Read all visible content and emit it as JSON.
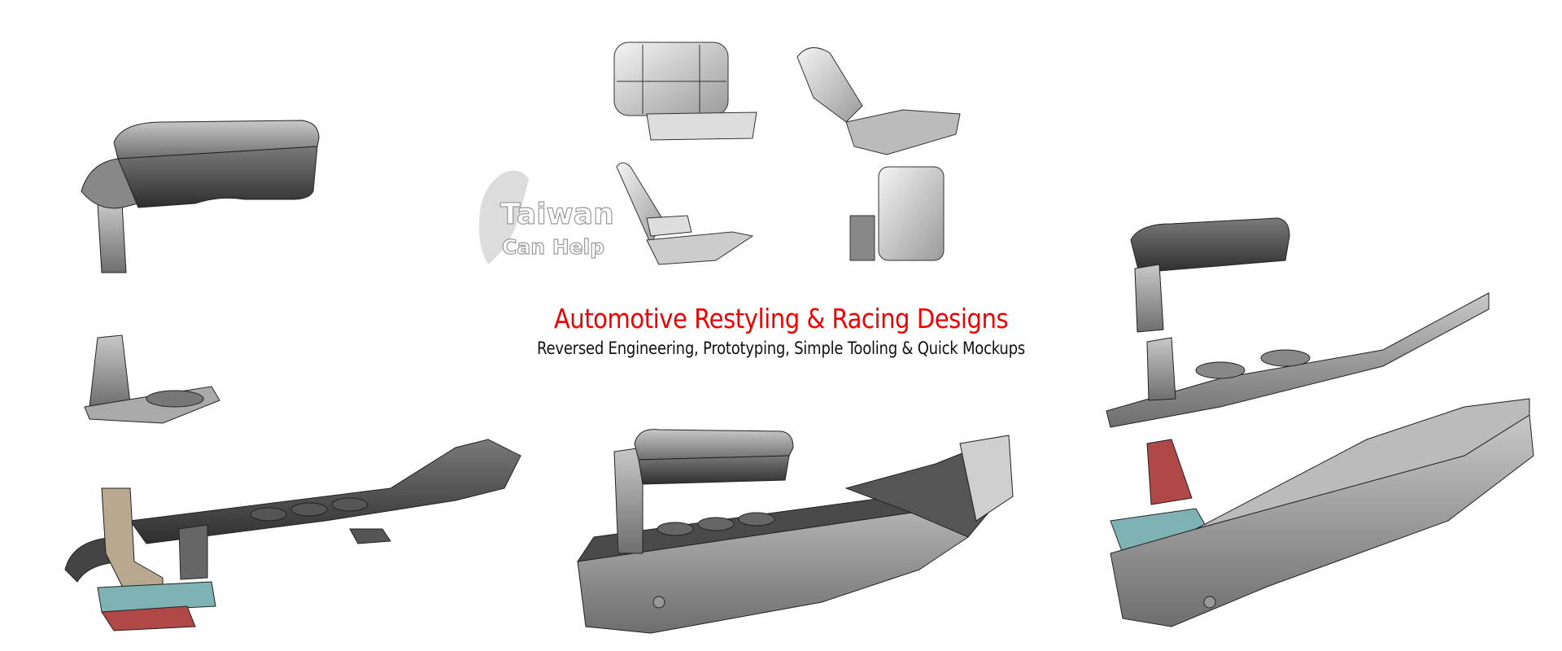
{
  "banner": {
    "title": "Automotive Restyling & Racing Designs",
    "subtitle": "Reversed Engineering, Prototyping, Simple Tooling & Quick Mockups",
    "title_color": "#f00000"
  },
  "logo": {
    "line1": "Taiwan",
    "line2": "Can Help"
  },
  "colors": {
    "part_gray": "#8a8a8a",
    "part_dark": "#3c3c3c",
    "bracket_teal": "#7fb3b3",
    "bracket_red": "#b04848",
    "panel_tan": "#b8a890"
  }
}
